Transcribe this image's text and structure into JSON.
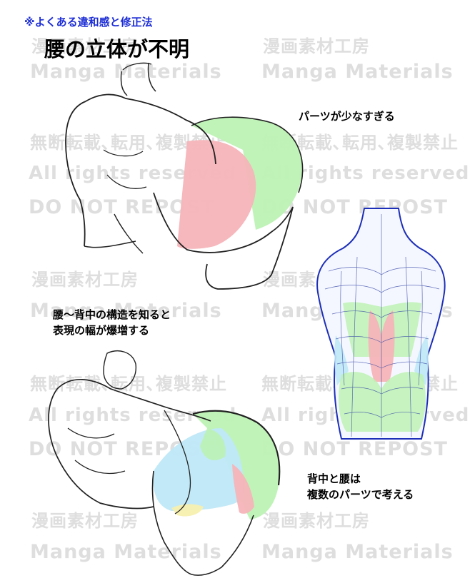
{
  "header": {
    "subtitle": "※よくある違和感と修正法",
    "title": "腰の立体が不明"
  },
  "captions": {
    "too_few_parts": "パーツが少なすぎる",
    "know_structure_line1": "腰～背中の構造を知ると",
    "know_structure_line2": "表現の幅が爆増する",
    "multiple_parts_line1": "背中と腰は",
    "multiple_parts_line2": "複数のパーツで考える"
  },
  "watermarks": {
    "brand_jp": "漫画素材工房",
    "brand_en": "Manga Materials",
    "no_reprint": "無断転載､転用､複製禁止",
    "rights": "All rights reserved",
    "no_repost": "DO NOT REPOST"
  },
  "colors": {
    "accent_blue": "#1e2fd6",
    "green_part": "#bdf2b4",
    "red_part": "#f5b4b8",
    "blue_part": "#bfe8f7",
    "yellow_part": "#f7f0b0"
  }
}
